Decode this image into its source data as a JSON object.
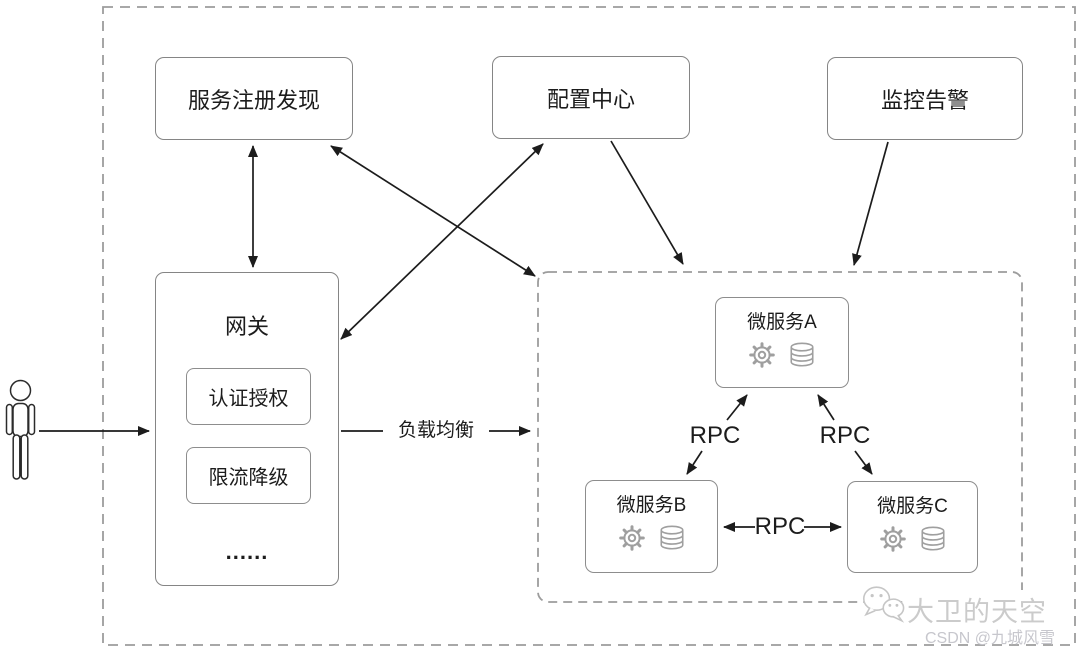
{
  "boxes": {
    "registry": "服务注册发现",
    "config_center": "配置中心",
    "monitoring": "监控告警",
    "gateway": "网关",
    "gateway_auth": "认证授权",
    "gateway_ratelimit": "限流降级",
    "gateway_more": "......",
    "service_a": "微服务A",
    "service_b": "微服务B",
    "service_c": "微服务C"
  },
  "edge_labels": {
    "load_balance": "负载均衡",
    "rpc_a_b": "RPC",
    "rpc_a_c": "RPC",
    "rpc_b_c": "RPC"
  },
  "watermark": {
    "brand": "大卫的天空",
    "credit": "CSDN @九城风雪"
  },
  "icons": {
    "person": "person-icon",
    "gear": "gear-icon",
    "database": "database-icon",
    "wechat": "wechat-icon"
  },
  "colors": {
    "background": "#ffffff",
    "box_border": "#858585",
    "dashed_border": "#9c9c9c",
    "arrow": "#1c1c1c",
    "text": "#1c1c1c",
    "icon_gray": "#9f9f9f",
    "watermark_gray": "#cbcbcb"
  }
}
